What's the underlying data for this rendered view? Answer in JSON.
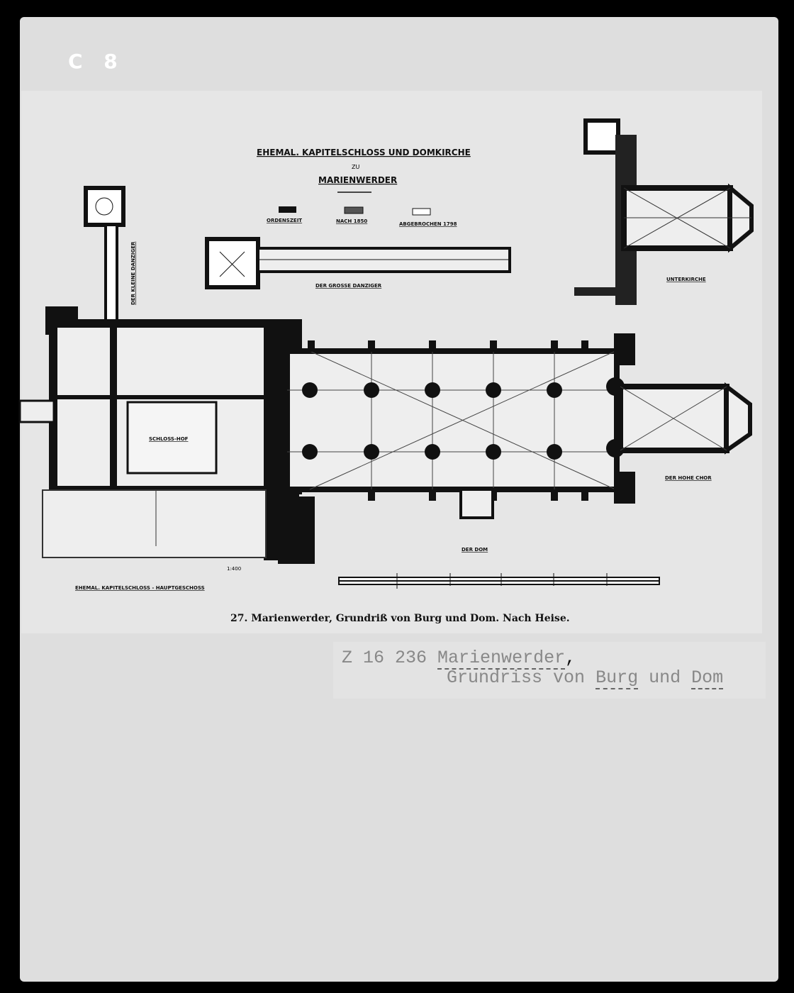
{
  "card_code": "C 8",
  "plan": {
    "title": "EHEMAL. KAPITELSCHLOSS UND DOMKIRCHE",
    "title_in": "ZU",
    "title_place": "MARIENWERDER",
    "legend": [
      {
        "label": "ORDENSZEIT",
        "color": "#111111"
      },
      {
        "label": "NACH 1850",
        "color": "#555555"
      },
      {
        "label": "ABGEBROCHEN 1798",
        "color": "#ffffff"
      }
    ],
    "labels": {
      "grosse_danziger": "DER GROSSE DANZIGER",
      "kleine_danziger": "DER KLEINE DANZIGER",
      "unterkirche": "UNTERKIRCHE",
      "schlosshof": "SCHLOSS-HOF",
      "hohe_chor": "DER HOHE CHOR",
      "dom": "DER DOM",
      "scale_ratio": "1:400",
      "hauptgeschoss": "EHEMAL. KAPITELSCHLOSS - HAUPTGESCHOSS"
    }
  },
  "caption": "27. Marienwerder, Grundriß von Burg und Dom.  Nach Heise.",
  "typed_label": {
    "number": "Z 16 236",
    "place": "Marienwerder",
    "punct": ",",
    "desc_prefix": "Grundriss von",
    "burg": "Burg",
    "und": "und",
    "dom": "Dom"
  }
}
